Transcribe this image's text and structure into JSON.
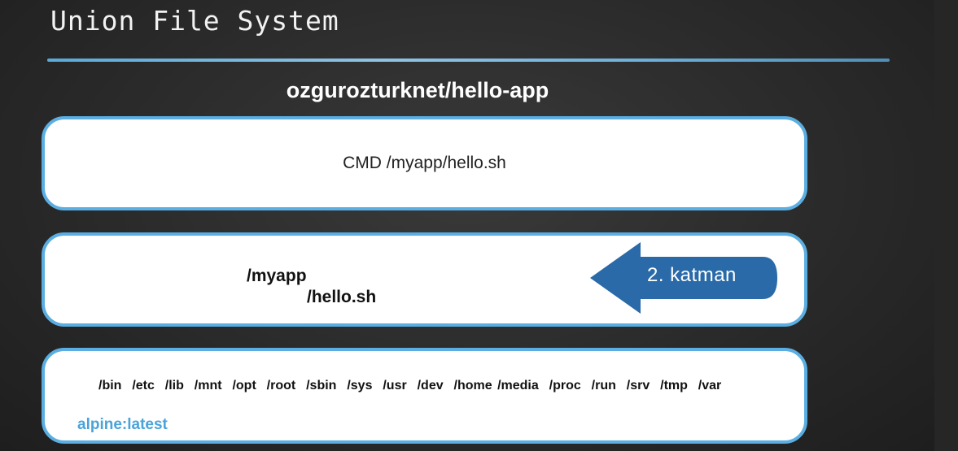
{
  "slide": {
    "title": "Union File System",
    "image_name": "ozgurozturknet/hello-app"
  },
  "layers": {
    "top": {
      "command": "CMD /myapp/hello.sh"
    },
    "middle": {
      "path_dir": "/myapp",
      "path_file": "/hello.sh",
      "arrow_label": "2. katman"
    },
    "bottom": {
      "directories": "/bin  /etc  /lib  /mnt  /opt  /root  /sbin  /sys  /usr  /dev  /home /media  /proc  /run  /srv  /tmp  /var",
      "base_image": "alpine:latest"
    }
  },
  "colors": {
    "accent": "#5aaee2",
    "arrow": "#2a6aa8",
    "base_label": "#4aa3d9"
  }
}
